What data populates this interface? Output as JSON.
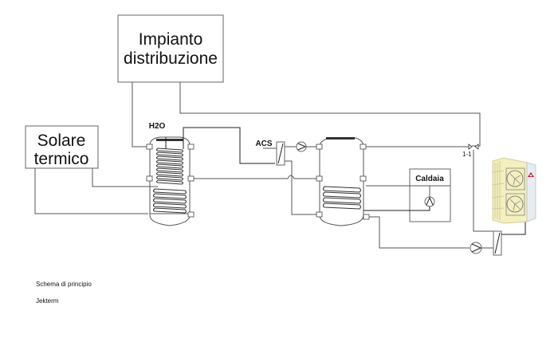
{
  "diagram": {
    "nodes": {
      "distribution": {
        "line1": "Impianto",
        "line2": "distribuzione"
      },
      "solar": {
        "line1": "Solare",
        "line2": "termico"
      },
      "tank1_label": "H2O",
      "dhw_label": "ACS",
      "boiler_label": "Caldaia",
      "valve_label": "1-1"
    },
    "colors": {
      "heatpump_body": "#f3efbf",
      "heatpump_side": "#e6ecef",
      "brand_mark": "#c0142c"
    }
  },
  "captions": {
    "title": "Schema di principio",
    "author": "Jekterm"
  }
}
